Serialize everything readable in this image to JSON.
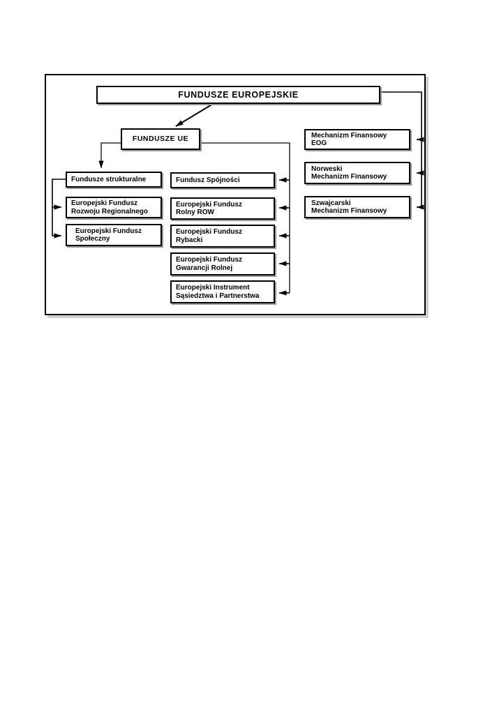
{
  "diagram": {
    "title_node": {
      "id": "fundusze-europejskie",
      "label": "FUNDUSZE EUROPEJSKIE"
    },
    "ue_node": {
      "id": "fundusze-ue",
      "label": "FUNDUSZE UE"
    },
    "left_column": [
      {
        "id": "fundusze-strukturalne",
        "line1": "Fundusze strukturalne",
        "line2": ""
      },
      {
        "id": "efrr",
        "line1": "Europejski Fundusz",
        "line2": "Rozwoju Regionalnego"
      },
      {
        "id": "efs",
        "line1": "Europejski Fundusz",
        "line2": "Społeczny"
      }
    ],
    "middle_column": [
      {
        "id": "fundusz-spojnosci",
        "line1": "Fundusz Spójności",
        "line2": ""
      },
      {
        "id": "efr-row",
        "line1": "Europejski Fundusz",
        "line2": "Rolny ROW"
      },
      {
        "id": "ef-rybacki",
        "line1": "Europejski Fundusz",
        "line2": "Rybacki"
      },
      {
        "id": "ef-gwarancji-rolnej",
        "line1": "Europejski Fundusz",
        "line2": "Gwarancji Rolnej"
      },
      {
        "id": "ei-sasiedztwa",
        "line1": "Europejski Instrument",
        "line2": "Sąsiedztwa i Partnerstwa"
      }
    ],
    "right_column": [
      {
        "id": "mf-eog",
        "line1": "Mechanizm Finansowy",
        "line2": "EOG"
      },
      {
        "id": "norweski-mf",
        "line1": "Norweski",
        "line2": "Mechanizm Finansowy"
      },
      {
        "id": "szwajcarski-mf",
        "line1": "Szwajcarski",
        "line2": "Mechanizm Finansowy"
      }
    ],
    "colors": {
      "line": "#000000",
      "box_fill": "#ffffff",
      "box_border": "#000000",
      "box_shadow": "#9a9a9a",
      "frame_shadow": "#cfcfcf",
      "page_background": "#ffffff"
    }
  }
}
